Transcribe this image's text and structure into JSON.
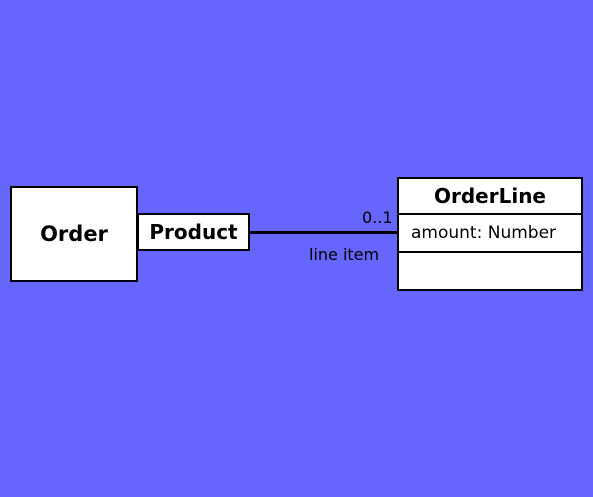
{
  "theme": {
    "background": "#6666ff",
    "box_fill": "#ffffff",
    "stroke": "#000000"
  },
  "diagram": {
    "order": {
      "name": "Order"
    },
    "qualifier": {
      "name": "Product"
    },
    "order_line": {
      "name": "OrderLine",
      "attributes": [
        {
          "name": "amount",
          "type": "Number"
        }
      ],
      "operations": []
    },
    "association": {
      "multiplicity": "0..1",
      "role": "line item"
    }
  }
}
